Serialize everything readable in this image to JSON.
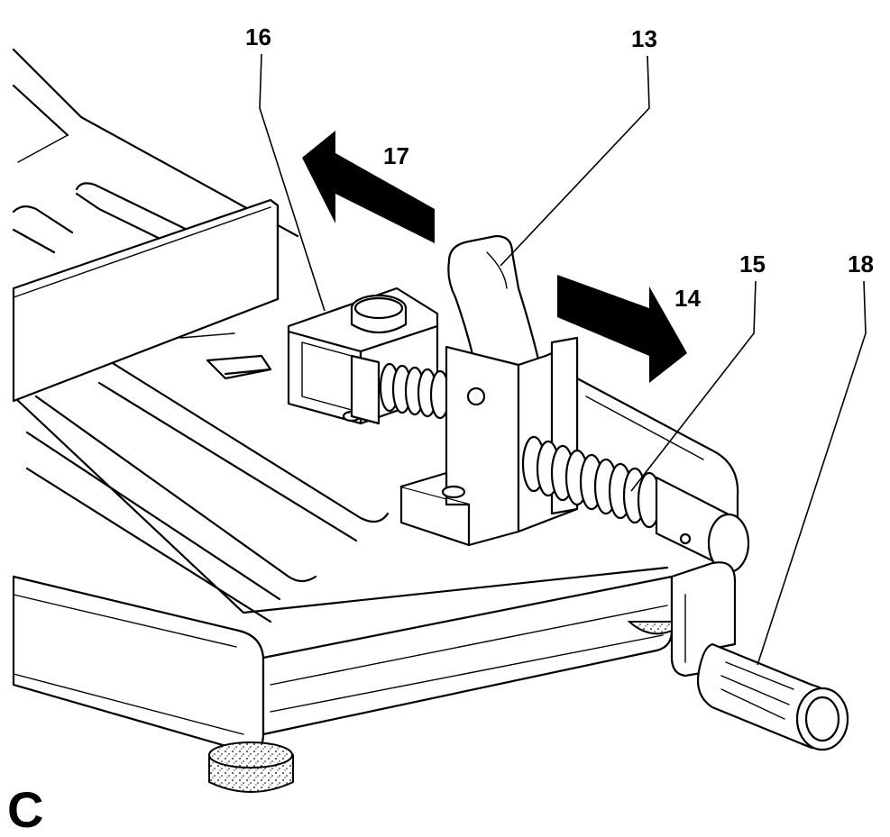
{
  "figure": {
    "letter": "C",
    "callouts": {
      "c13": "13",
      "c14": "14",
      "c15": "15",
      "c16": "16",
      "c17": "17",
      "c18": "18"
    }
  },
  "colors": {
    "ink": "#000000",
    "paper": "#ffffff"
  }
}
